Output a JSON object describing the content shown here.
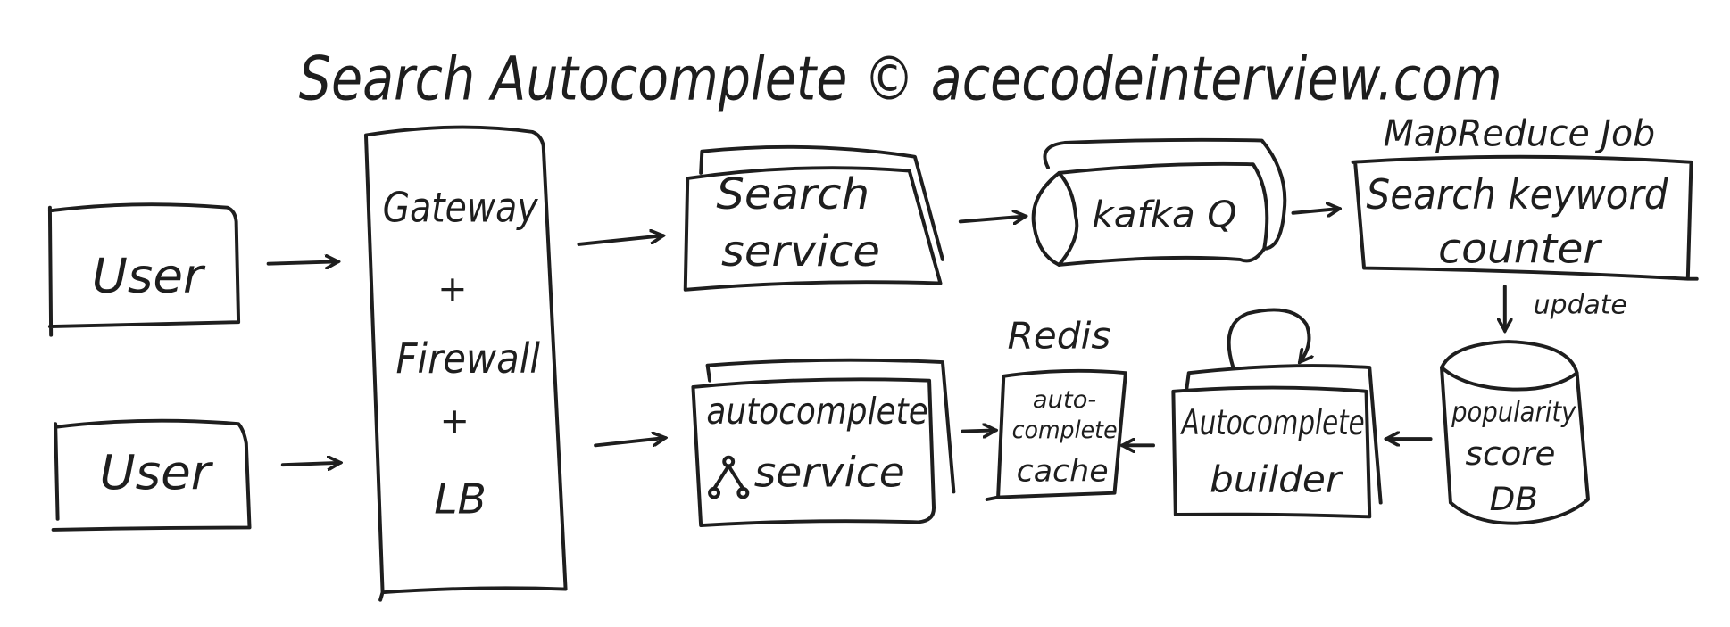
{
  "title": "Search Autocomplete © acecodeinterview.com",
  "users": [
    "User",
    "User"
  ],
  "gateway": [
    "Gateway",
    "+",
    "Firewall",
    "+",
    "LB"
  ],
  "search_service": [
    "Search",
    "service"
  ],
  "kafka": "kafka Q",
  "mapreduce_label": "MapReduce Job",
  "keyword_counter": [
    "Search keyword",
    "counter"
  ],
  "update_label": "update",
  "popularity_db": [
    "popularity",
    "score",
    "DB"
  ],
  "builder": [
    "Autocomplete",
    "builder"
  ],
  "redis_label": "Redis",
  "cache": [
    "auto-",
    "complete",
    "cache"
  ],
  "autocomplete_service": [
    "autocomplete",
    "service"
  ],
  "colors": {
    "ink": "#1e1e1e",
    "background": "#ffffff"
  }
}
